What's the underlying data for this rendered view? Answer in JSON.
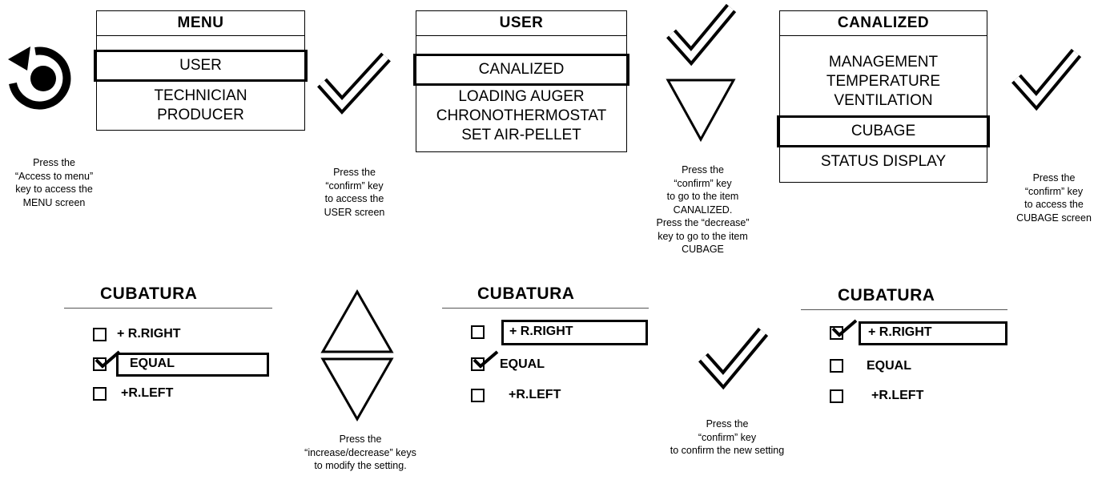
{
  "menu_screen": {
    "title": "MENU",
    "items": [
      "USER",
      "TECHNICIAN",
      "PRODUCER"
    ]
  },
  "user_screen": {
    "title": "USER",
    "items": [
      "CANALIZED",
      "LOADING AUGER",
      "CHRONOTHERMOSTAT",
      "SET AIR-PELLET"
    ]
  },
  "canalized_screen": {
    "title": "CANALIZED",
    "items": [
      "MANAGEMENT",
      "TEMPERATURE",
      "VENTILATION",
      "CUBAGE",
      "STATUS DISPLAY"
    ]
  },
  "captions": {
    "access_menu": [
      "Press the",
      "“Access to menu”",
      "key to access the",
      "MENU screen"
    ],
    "access_user": [
      "Press the",
      "“confirm” key",
      "to access the",
      "USER screen"
    ],
    "go_canalized": [
      "Press the",
      "“confirm” key",
      "to go to the item",
      "CANALIZED.",
      "Press the “decrease”",
      "key to go to the item",
      "CUBAGE"
    ],
    "access_cubage": [
      "Press the",
      "“confirm” key",
      "to access the",
      "CUBAGE screen"
    ],
    "modify_setting": [
      "Press the",
      "“increase/decrease” keys",
      "to modify the setting."
    ],
    "confirm_setting": [
      "Press the",
      "“confirm” key",
      "to confirm the new setting"
    ]
  },
  "cubatura_screens": [
    {
      "title": "CUBATURA",
      "options": [
        "+ R.RIGHT",
        "EQUAL",
        "+R.LEFT"
      ],
      "checked": [
        false,
        true,
        false
      ]
    },
    {
      "title": "CUBATURA",
      "options": [
        "+ R.RIGHT",
        "EQUAL",
        "+R.LEFT"
      ],
      "checked": [
        false,
        true,
        false
      ]
    },
    {
      "title": "CUBATURA",
      "options": [
        "+ R.RIGHT",
        "EQUAL",
        "+R.LEFT"
      ],
      "checked": [
        true,
        false,
        false
      ]
    }
  ],
  "icons": {
    "access_menu": "access-menu-icon",
    "confirm": "checkmark-icon",
    "decrease": "triangle-down-icon",
    "increase": "triangle-up-icon"
  }
}
